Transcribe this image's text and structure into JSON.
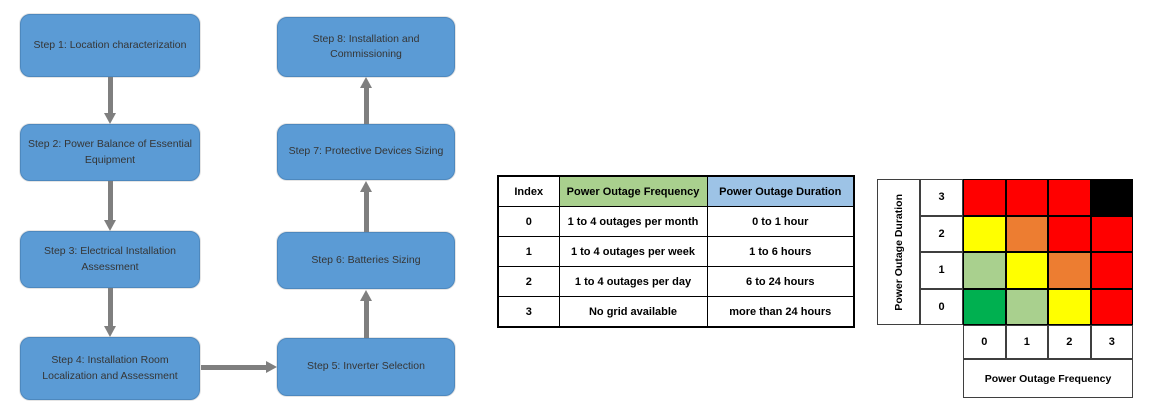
{
  "flowchart": {
    "steps": [
      "Step 1: Location characterization",
      "Step 2: Power Balance of Essential Equipment",
      "Step 3: Electrical Installation Assessment",
      "Step 4: Installation Room Localization and Assessment",
      "Step 5: Inverter Selection",
      "Step 6: Batteries Sizing",
      "Step 7: Protective Devices Sizing",
      "Step 8: Installation and Commissioning"
    ]
  },
  "table": {
    "headers": [
      "Index",
      "Power Outage Frequency",
      "Power Outage Duration"
    ],
    "rows": [
      [
        "0",
        "1 to 4 outages per month",
        "0 to 1 hour"
      ],
      [
        "1",
        "1 to 4 outages per week",
        "1 to 6 hours"
      ],
      [
        "2",
        "1 to 4 outages per day",
        "6 to 24 hours"
      ],
      [
        "3",
        "No grid available",
        "more than 24 hours"
      ]
    ]
  },
  "heatmap": {
    "y_axis_label": "Power Outage Duration",
    "x_axis_label": "Power Outage Frequency",
    "row_labels": [
      "3",
      "2",
      "1",
      "0"
    ],
    "col_labels": [
      "0",
      "1",
      "2",
      "3"
    ],
    "cells": [
      [
        "#FF0000",
        "#FF0000",
        "#FF0000",
        "#000000"
      ],
      [
        "#FFFF00",
        "#ED7D31",
        "#FF0000",
        "#FF0000"
      ],
      [
        "#A9D08E",
        "#FFFF00",
        "#ED7D31",
        "#FF0000"
      ],
      [
        "#00B050",
        "#A9D08E",
        "#FFFF00",
        "#FF0000"
      ]
    ]
  },
  "colors": {
    "flow_box_fill": "#5B9BD5",
    "arrow_gray": "#7F7F7F",
    "header_frequency_bg": "#A9D08E",
    "header_duration_bg": "#9DC3E6",
    "header_index_bg": "#FFFFFF"
  }
}
